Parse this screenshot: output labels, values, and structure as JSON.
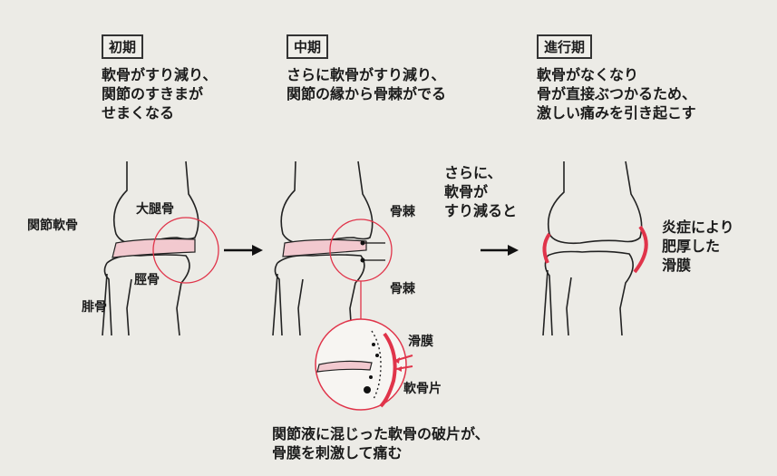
{
  "stages": {
    "early": {
      "label": "初期",
      "text": "軟骨がすり減り、\n関節のすきまが\nせまくなる"
    },
    "middle": {
      "label": "中期",
      "text": "さらに軟骨がすり減り、\n関節の縁から骨棘がでる"
    },
    "advanced": {
      "label": "進行期",
      "text": "軟骨がなくなり\n骨が直接ぶつかるため、\n激しい痛みを引き起こす"
    }
  },
  "left_labels": {
    "femur": "大腿骨",
    "cartilage": "関節軟骨",
    "tibia": "脛骨",
    "fibula": "腓骨"
  },
  "middle_labels": {
    "osteophyte_top": "骨棘",
    "osteophyte_bottom": "骨棘",
    "synovium": "滑膜",
    "fragment": "軟骨片"
  },
  "transition_text": "さらに、\n軟骨が\nすり減ると",
  "right_label": "炎症により\n肥厚した\n滑膜",
  "bottom_caption": "関節液に混じった軟骨の破片が、\n骨膜を刺激して痛む",
  "colors": {
    "accent": "#e0344a",
    "highlight_pink": "#f2c9cf",
    "ink": "#1b1b1b"
  }
}
